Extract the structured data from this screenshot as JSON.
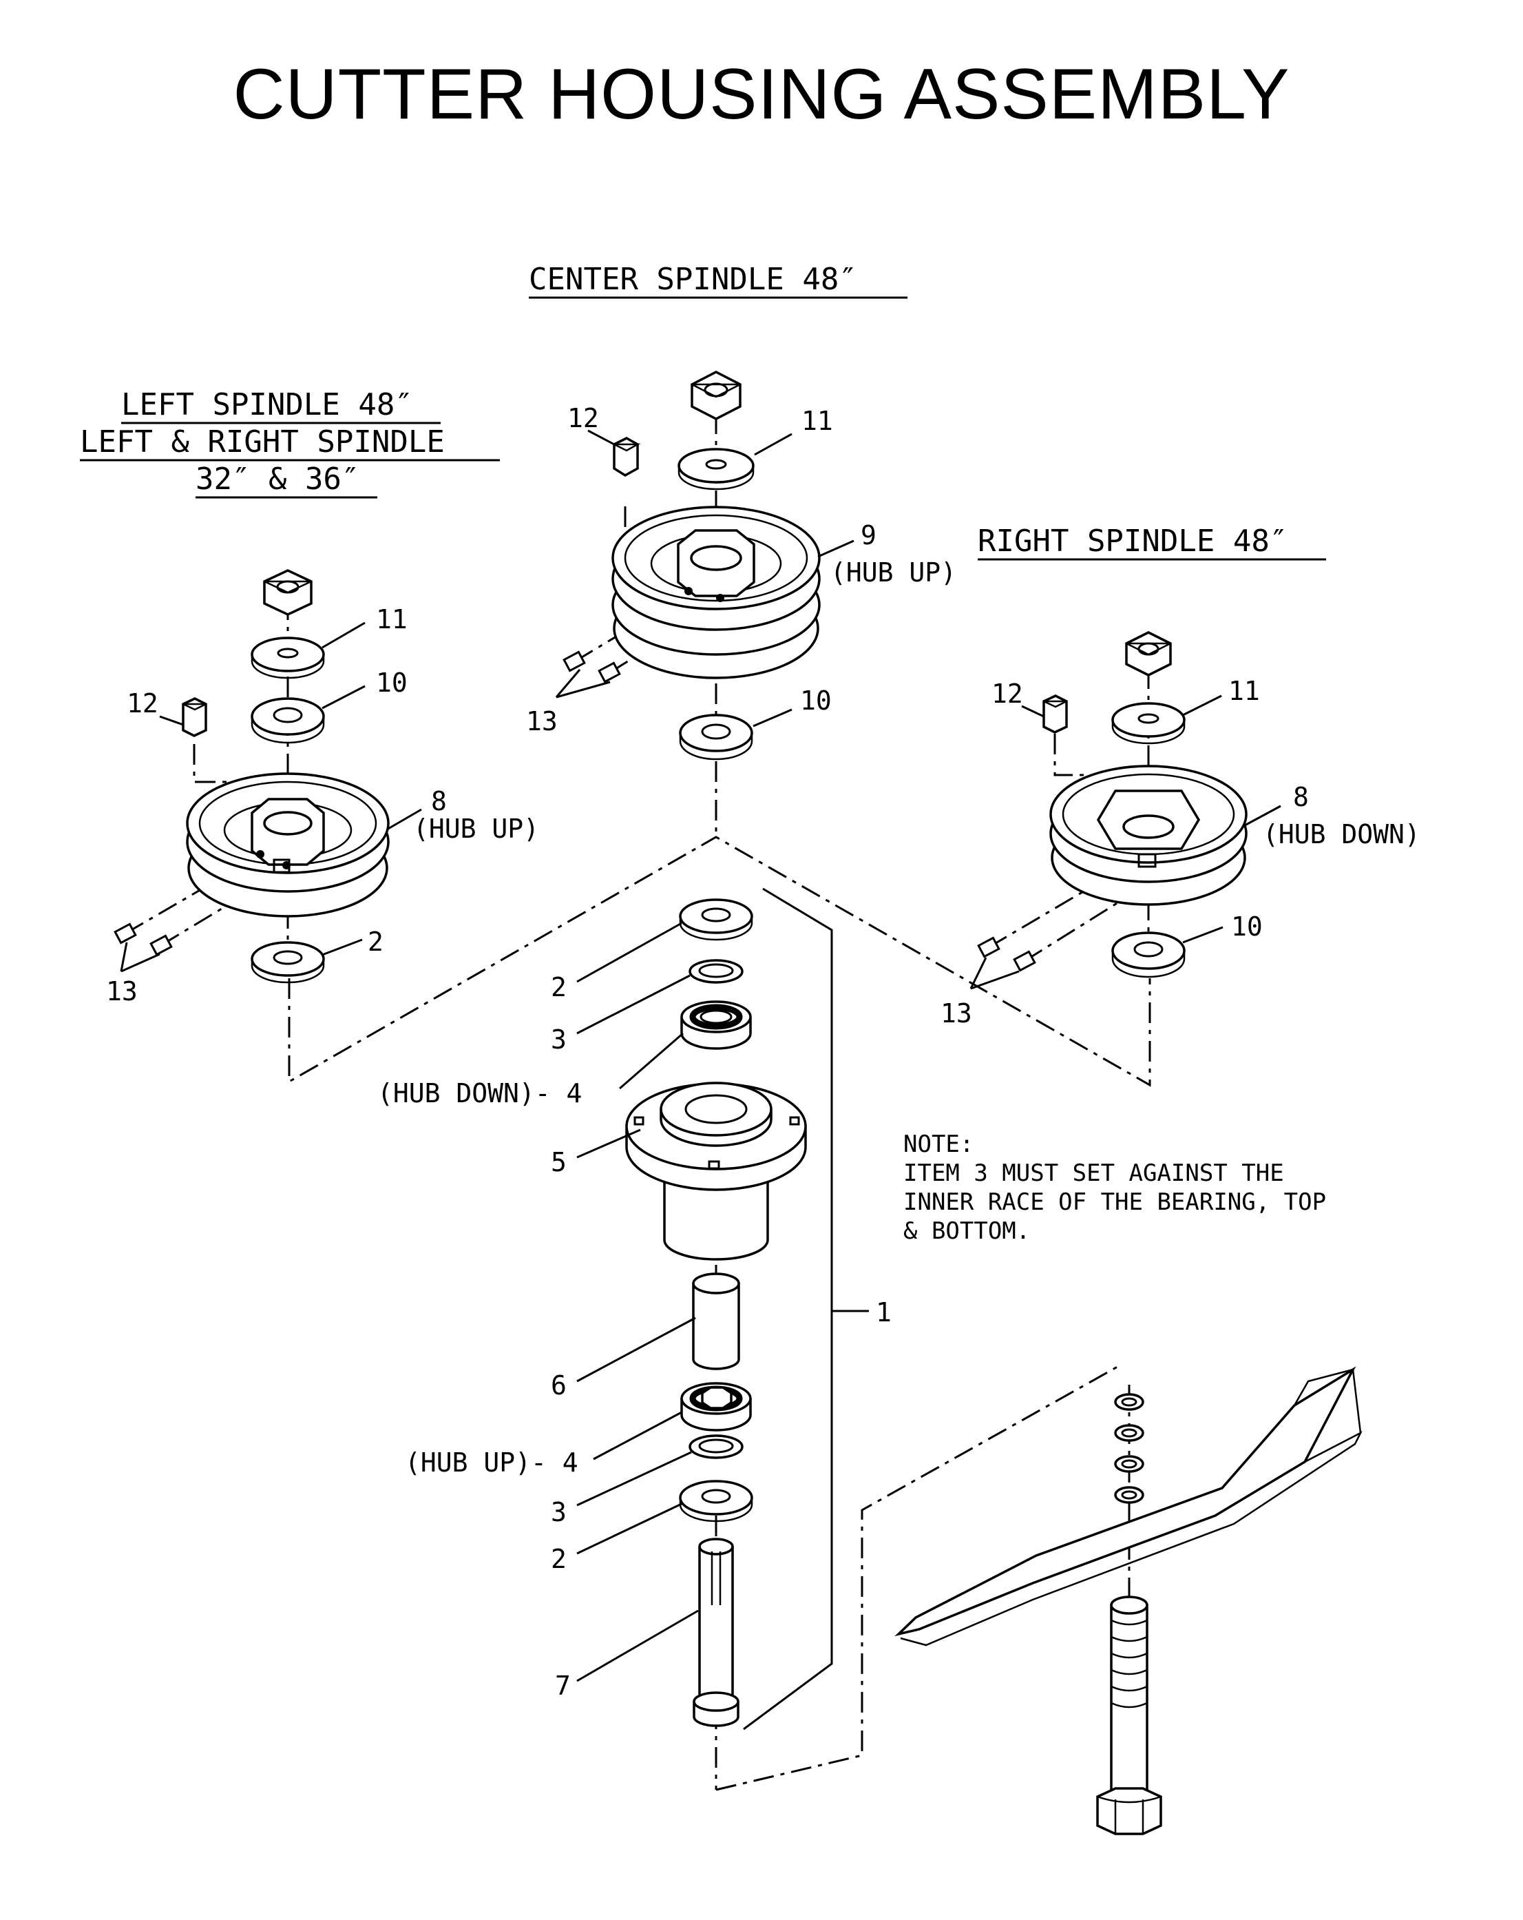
{
  "title": "CUTTER HOUSING ASSEMBLY",
  "sections": {
    "center": "CENTER SPINDLE 48″",
    "left_line1": "LEFT SPINDLE 48″",
    "left_line2": "LEFT & RIGHT SPINDLE",
    "left_line3": "32″ & 36″",
    "right": "RIGHT SPINDLE 48″"
  },
  "labels": {
    "n1": "1",
    "n2": "2",
    "n3": "3",
    "n5": "5",
    "n6": "6",
    "n7": "7",
    "n8": "8",
    "n9": "9",
    "n10": "10",
    "n11": "11",
    "n12": "12",
    "n13": "13",
    "hub_up": "(HUB UP)",
    "hub_down": "(HUB DOWN)",
    "hub_down_4": "(HUB DOWN)- 4",
    "hub_up_4": "(HUB UP)- 4"
  },
  "note": {
    "heading": "NOTE:",
    "line1": "ITEM 3 MUST SET AGAINST THE",
    "line2": "INNER RACE OF THE BEARING, TOP",
    "line3": "& BOTTOM."
  }
}
